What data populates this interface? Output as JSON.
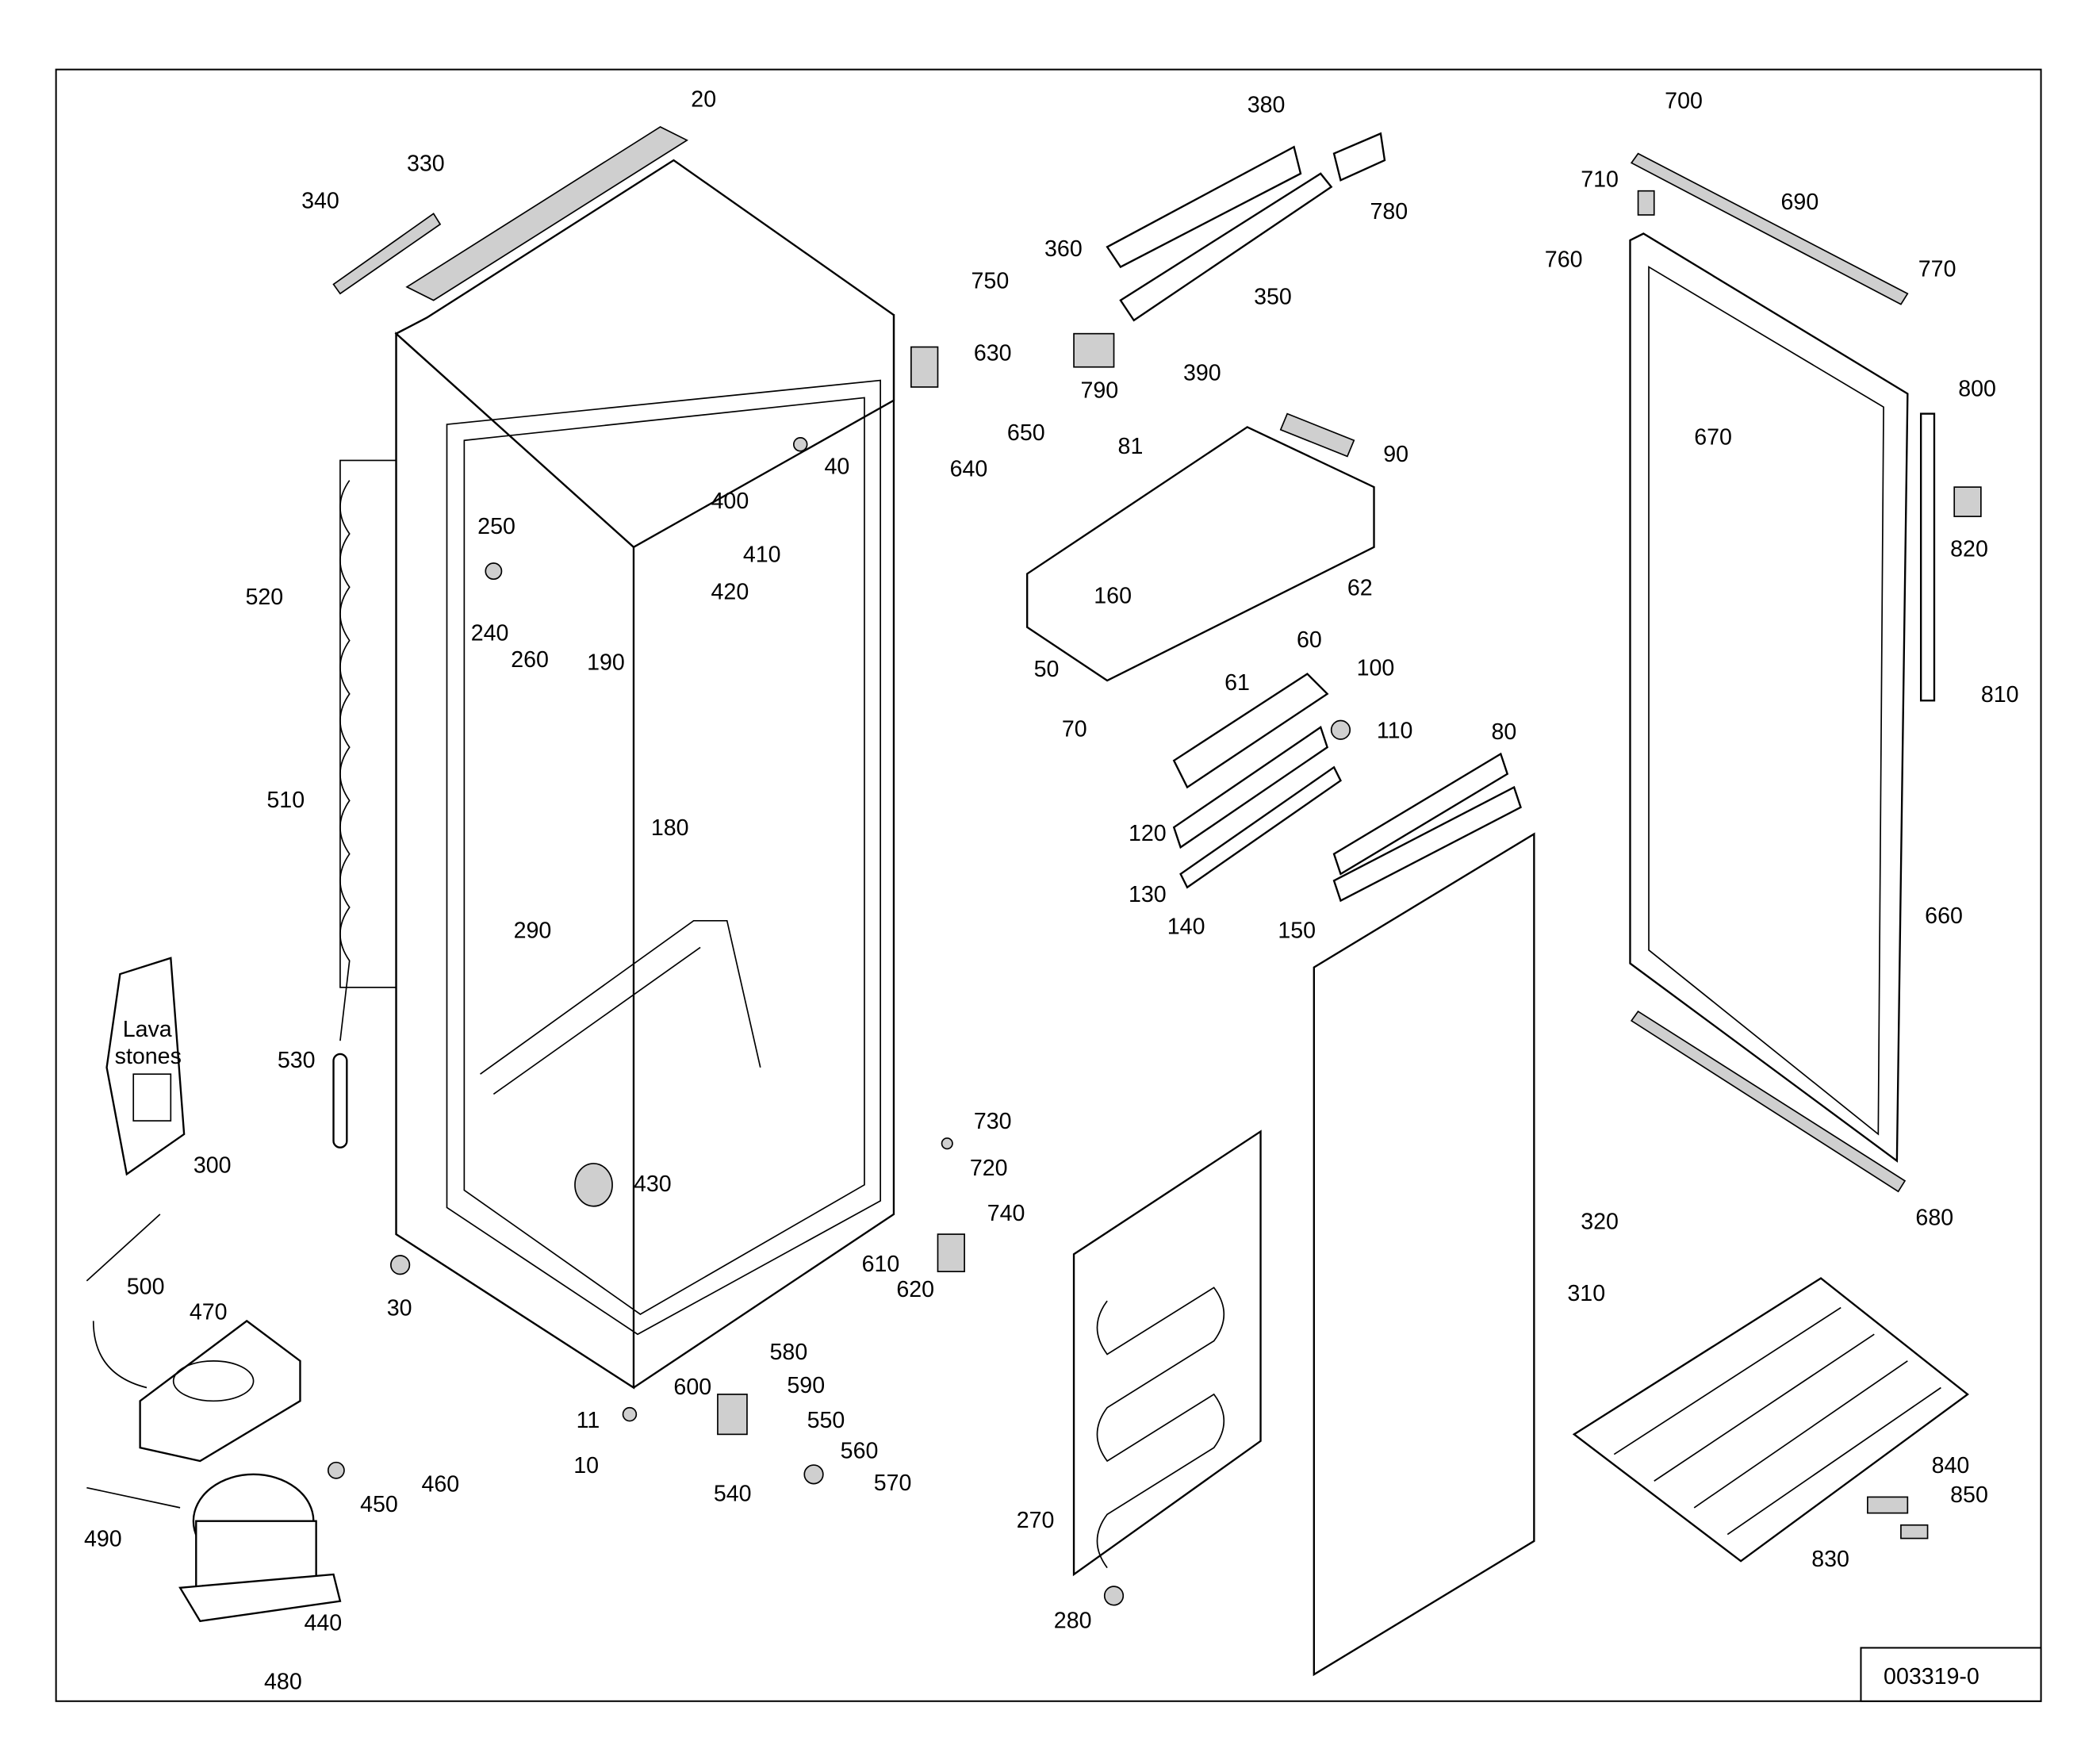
{
  "diagram": {
    "drawing_number": "003319-0",
    "bag_text_line1": "Lava",
    "bag_text_line2": "stones",
    "labels": [
      "20",
      "330",
      "340",
      "750",
      "630",
      "650",
      "640",
      "40",
      "400",
      "410",
      "420",
      "250",
      "240",
      "260",
      "190",
      "520",
      "510",
      "180",
      "290",
      "530",
      "430",
      "300",
      "30",
      "500",
      "470",
      "490",
      "450",
      "460",
      "440",
      "480",
      "11",
      "10",
      "600",
      "580",
      "590",
      "550",
      "540",
      "560",
      "570",
      "730",
      "720",
      "740",
      "610",
      "620",
      "380",
      "360",
      "780",
      "350",
      "790",
      "390",
      "81",
      "90",
      "160",
      "62",
      "60",
      "61",
      "50",
      "70",
      "100",
      "110",
      "80",
      "120",
      "130",
      "140",
      "150",
      "700",
      "710",
      "690",
      "760",
      "770",
      "670",
      "800",
      "820",
      "810",
      "660",
      "680",
      "320",
      "310",
      "270",
      "280",
      "830",
      "840",
      "850"
    ]
  }
}
